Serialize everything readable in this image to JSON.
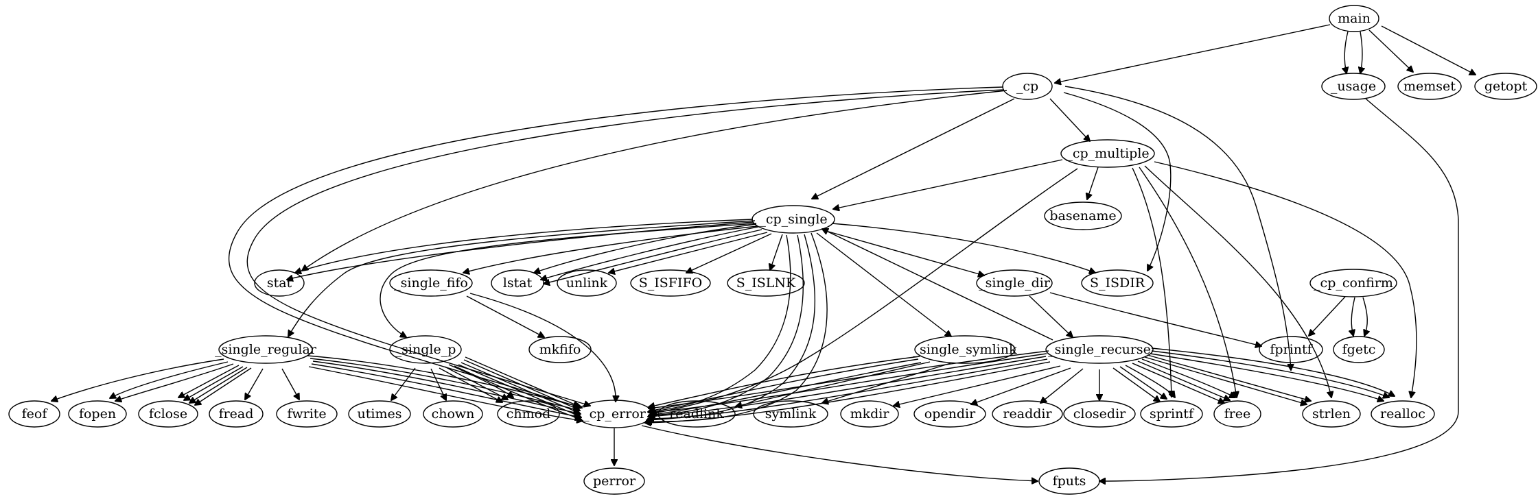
{
  "nodes": {
    "main": "main",
    "usage": "_usage",
    "memset": "memset",
    "getopt": "getopt",
    "cp": "_cp",
    "cp_multiple": "_cp_multiple",
    "cp_single": "_cp_single",
    "basename": "basename",
    "stat": "stat",
    "lstat": "lstat",
    "unlink": "unlink",
    "s_isfifo": "S_ISFIFO",
    "s_islnk": "S_ISLNK",
    "single_fifo": "_single_fifo",
    "single_dir": "_single_dir",
    "s_isdir": "S_ISDIR",
    "cp_confirm": "_cp_confirm",
    "mkfifo": "mkfifo",
    "single_regular": "_single_regular",
    "single_p": "_single_p",
    "single_symlink": "_single_symlink",
    "single_recurse": "_single_recurse",
    "fprintf": "fprintf",
    "fgetc": "fgetc",
    "feof": "feof",
    "fopen": "fopen",
    "fclose": "fclose",
    "fread": "fread",
    "fwrite": "fwrite",
    "utimes": "utimes",
    "chown": "chown",
    "chmod": "chmod",
    "cp_error": "_cp_error",
    "readlink": "readlink",
    "symlink": "symlink",
    "mkdir": "mkdir",
    "opendir": "opendir",
    "readdir": "readdir",
    "closedir": "closedir",
    "sprintf": "sprintf",
    "free": "free",
    "strlen": "strlen",
    "realloc": "realloc",
    "perror": "perror",
    "fputs": "fputs"
  }
}
